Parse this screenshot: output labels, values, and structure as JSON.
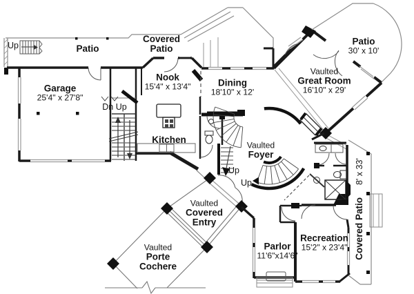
{
  "rooms": {
    "up_left": {
      "label": "Up"
    },
    "patio_left": {
      "name": "Patio"
    },
    "covered_patio_top": {
      "name": "Covered Patio"
    },
    "garage": {
      "name": "Garage",
      "dims": "25'4\" x 27'8\""
    },
    "nook": {
      "name": "Nook",
      "dims": "15'4\" x 13'4\""
    },
    "stairs": {
      "label": "Dn Up"
    },
    "kitchen": {
      "name": "Kitchen"
    },
    "dining": {
      "name": "Dining",
      "dims": "18'10\" x 12'"
    },
    "patio_right": {
      "name": "Patio",
      "dims": "30' x 10'"
    },
    "great_room": {
      "prefix": "Vaulted",
      "name": "Great Room",
      "dims": "16'10\" x 29'"
    },
    "foyer": {
      "prefix": "Vaulted",
      "name": "Foyer"
    },
    "foyer_up_1": {
      "label": "Up"
    },
    "foyer_up_2": {
      "label": "Up"
    },
    "covered_entry": {
      "prefix": "Vaulted",
      "name": "Covered Entry"
    },
    "porte_cochere": {
      "prefix": "Vaulted",
      "name": "Porte Cochere"
    },
    "parlor": {
      "name": "Parlor",
      "dims": "11'6\"x14'6\""
    },
    "recreation": {
      "name": "Recreation",
      "dims": "15'2\" x 23'4\""
    },
    "covered_patio_right": {
      "name": "Covered Patio",
      "dims": "8' x 33'"
    }
  },
  "colors": {
    "wall": "#1a1a1a",
    "thin_line": "#555555",
    "patio_line": "#8a8a8a",
    "window_line": "#9a9a9a",
    "background": "#ffffff"
  }
}
